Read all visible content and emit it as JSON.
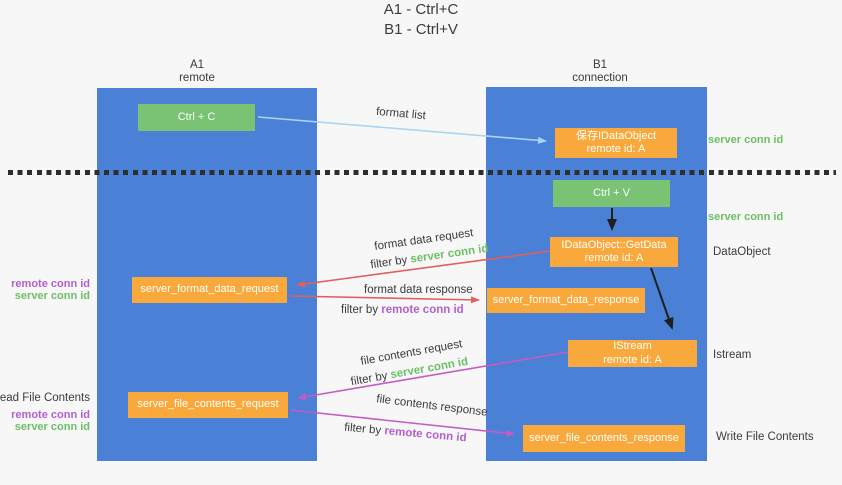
{
  "title": {
    "line1": "A1 - Ctrl+C",
    "line2": "B1 - Ctrl+V"
  },
  "lifelines": [
    {
      "name": "A1",
      "subtitle": "remote"
    },
    {
      "name": "B1",
      "subtitle": "connection"
    }
  ],
  "nodes": {
    "ctrl_c": {
      "label": "Ctrl + C"
    },
    "ctrl_v": {
      "label": "Ctrl + V"
    },
    "save_idataobject": {
      "line1": "保存IDataObject",
      "line2": "remote id: A"
    },
    "getdata": {
      "line1": "IDataObject::GetData",
      "line2": "remote id: A"
    },
    "istream": {
      "line1": "IStream",
      "line2": "remote id: A"
    },
    "format_request": {
      "label": "server_format_data_request"
    },
    "format_response": {
      "label": "server_format_data_response"
    },
    "file_request": {
      "label": "server_file_contents_request"
    },
    "file_response": {
      "label": "server_file_contents_response"
    }
  },
  "left_labels": {
    "remote_conn_id_top": "remote conn id",
    "server_conn_id_top": "server conn id",
    "read_file_contents": "Read File Contents",
    "remote_conn_id_bottom": "remote conn id",
    "server_conn_id_bottom": "server conn id"
  },
  "right_labels": {
    "server_conn_id_top": "server conn id",
    "server_conn_id_mid": "server conn id",
    "dataobject": "DataObject",
    "istream": "Istream",
    "write_file_contents": "Write File Contents"
  },
  "flow_labels": {
    "format_list": "format list",
    "format_data_request": "format data request",
    "filter_by_request": "filter by ",
    "filter_server_request": "server conn id",
    "format_data_response": "format data response",
    "filter_by_response": "filter by ",
    "filter_remote_response": "remote conn id",
    "file_contents_request": "file contents request",
    "filter_by_file_request": "filter by ",
    "filter_server_file_request": "server conn id",
    "file_contents_response": "file contents response",
    "filter_by_file_response": "filter by ",
    "filter_remote_file_response": "remote conn id"
  },
  "colors": {
    "lifeline_blue": "#4a80d5",
    "box_green": "#7ac274",
    "box_orange": "#f9a83c",
    "arrow_light_blue": "#aad4f0",
    "arrow_red": "#e06060",
    "arrow_magenta": "#c45cc4",
    "arrow_black": "#1f1f1f",
    "text_green": "#6cbf66",
    "text_purple": "#b35fd0"
  }
}
